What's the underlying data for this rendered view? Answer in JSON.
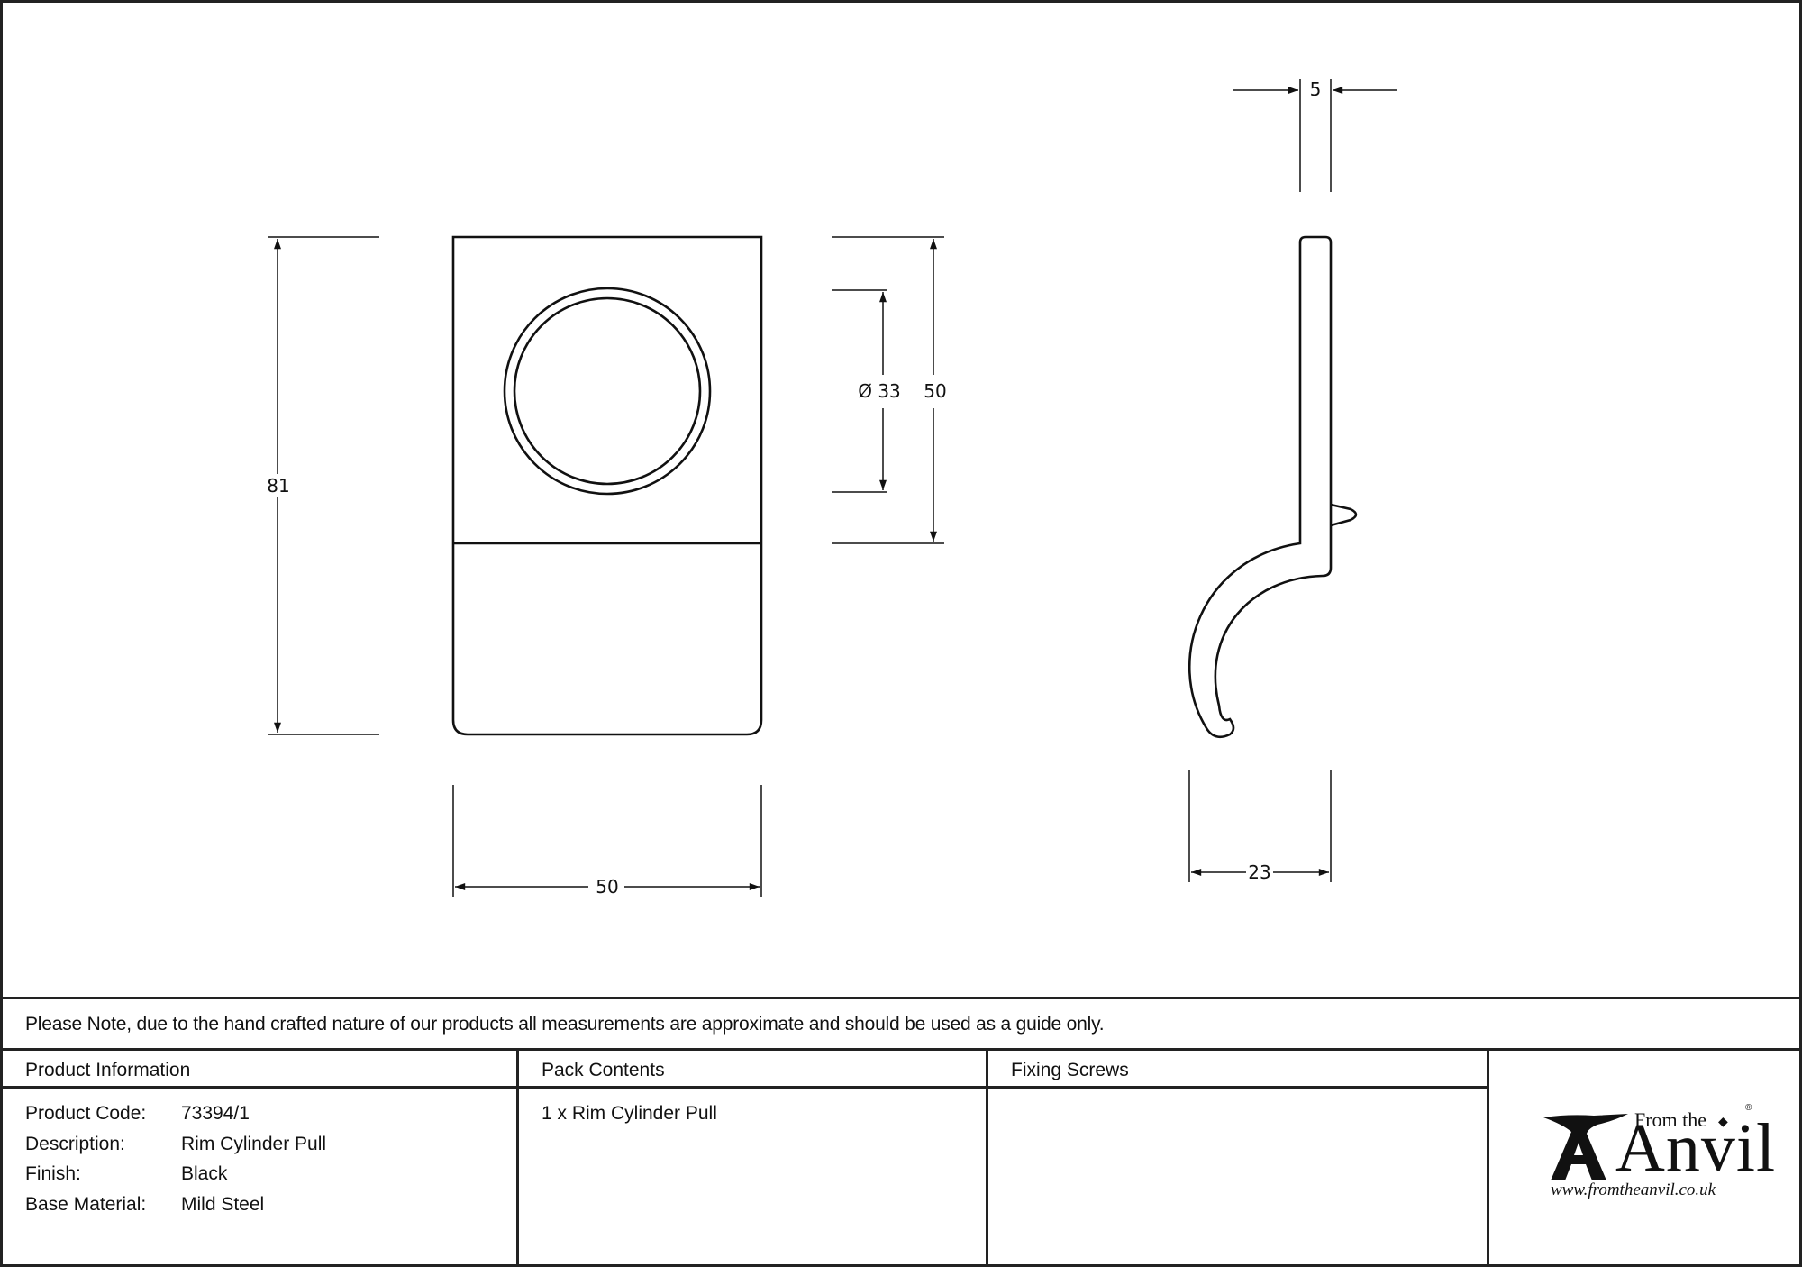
{
  "drawing": {
    "dimensions": {
      "overall_height": "81",
      "overall_width": "50",
      "cylinder_diameter": "Ø 33",
      "plate_height": "50",
      "plate_thickness": "5",
      "projection_depth": "23"
    }
  },
  "note": {
    "text": "Please Note, due to the hand crafted nature of our products all measurements are approximate and should be used as a guide only."
  },
  "product_information": {
    "heading": "Product Information",
    "rows": [
      {
        "label": "Product Code:",
        "value": "73394/1"
      },
      {
        "label": "Description:",
        "value": "Rim Cylinder Pull"
      },
      {
        "label": "Finish:",
        "value": "Black"
      },
      {
        "label": "Base Material:",
        "value": "Mild Steel"
      }
    ]
  },
  "pack_contents": {
    "heading": "Pack Contents",
    "items": [
      "1 x Rim Cylinder Pull"
    ]
  },
  "fixing_screws": {
    "heading": "Fixing Screws",
    "items": []
  },
  "logo": {
    "line1": "From the",
    "brand": "Anvil",
    "registered": "®",
    "url": "www.fromtheanvil.co.uk"
  }
}
